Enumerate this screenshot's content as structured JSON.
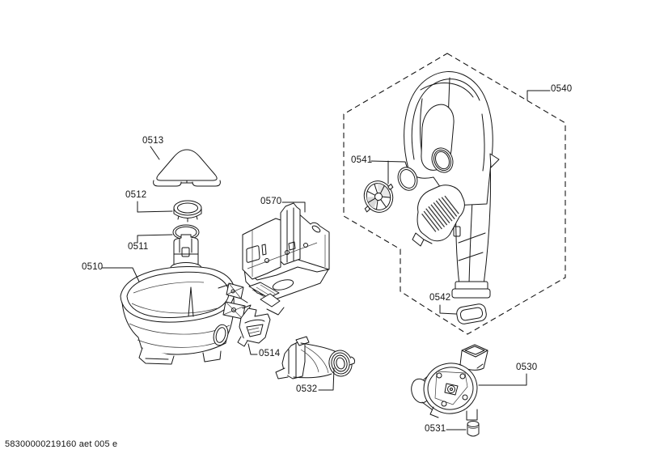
{
  "diagram": {
    "document_code": "58300000219160 aet 005 e",
    "line_color": "#161616",
    "background": "#ffffff",
    "callouts": [
      {
        "id": "0510",
        "label": "0510"
      },
      {
        "id": "0511",
        "label": "0511"
      },
      {
        "id": "0512",
        "label": "0512"
      },
      {
        "id": "0513",
        "label": "0513"
      },
      {
        "id": "0514",
        "label": "0514"
      },
      {
        "id": "0530",
        "label": "0530"
      },
      {
        "id": "0531",
        "label": "0531"
      },
      {
        "id": "0532",
        "label": "0532"
      },
      {
        "id": "0540",
        "label": "0540"
      },
      {
        "id": "0541",
        "label": "0541"
      },
      {
        "id": "0542",
        "label": "0542"
      },
      {
        "id": "0570",
        "label": "0570"
      }
    ]
  }
}
